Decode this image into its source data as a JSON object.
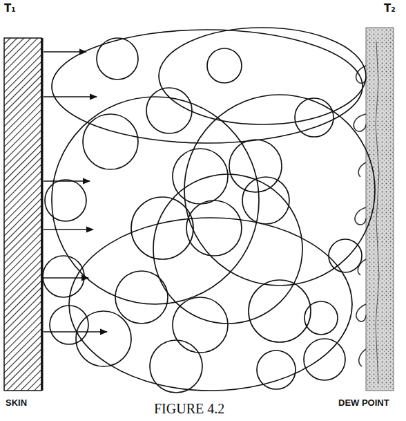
{
  "diagram": {
    "caption": "FIGURE 4.2",
    "labels": [
      "T₁",
      "T₂",
      "SKIN",
      "DEW POINT"
    ]
  }
}
